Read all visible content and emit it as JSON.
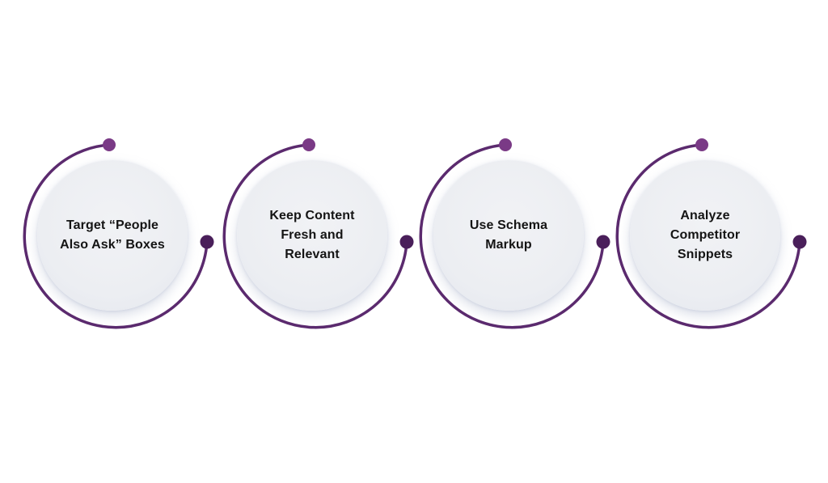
{
  "colors": {
    "ring": "#5b2a6e",
    "dot_start": "#7a3a86",
    "dot_end": "#4a1f5a",
    "disc": "#eceef2",
    "label_text": "#141414",
    "background": "#ffffff"
  },
  "steps": [
    {
      "label": "Target “People Also Ask” Boxes"
    },
    {
      "label": "Keep Content Fresh and Relevant"
    },
    {
      "label": "Use Schema Markup"
    },
    {
      "label": "Analyze Competitor Snippets"
    }
  ]
}
